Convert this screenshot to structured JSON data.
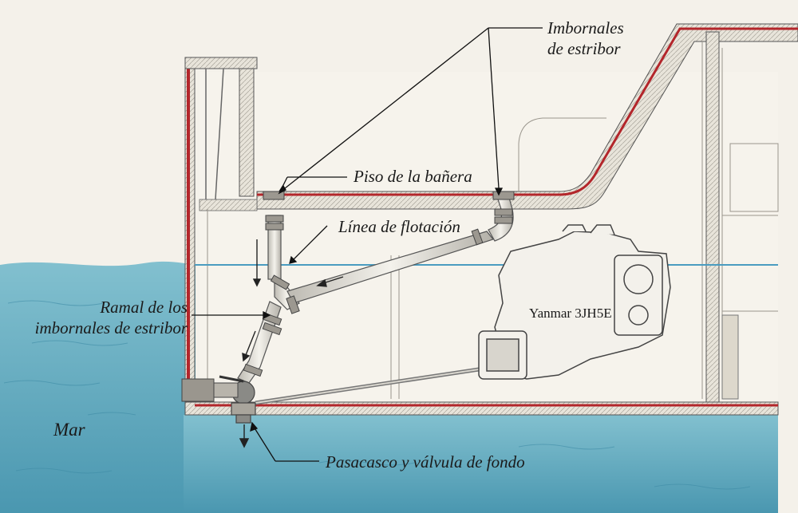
{
  "labels": {
    "scuppers_line1": "Imbornales",
    "scuppers_line2": "de estribor",
    "cockpit_floor": "Piso de la bañera",
    "waterline": "Línea de flotación",
    "branch_line1": "Ramal de los",
    "branch_line2": "imbornales de estribor",
    "sea": "Mar",
    "engine": "Yanmar 3JH5E",
    "through_hull": "Pasacasco y válvula de fondo"
  },
  "colors": {
    "background": "#f4f1ea",
    "sea": "#5fa9bd",
    "waterline": "#4a9cc0",
    "hull_red": "#b3262b",
    "insulation": "#e6e2d8"
  }
}
